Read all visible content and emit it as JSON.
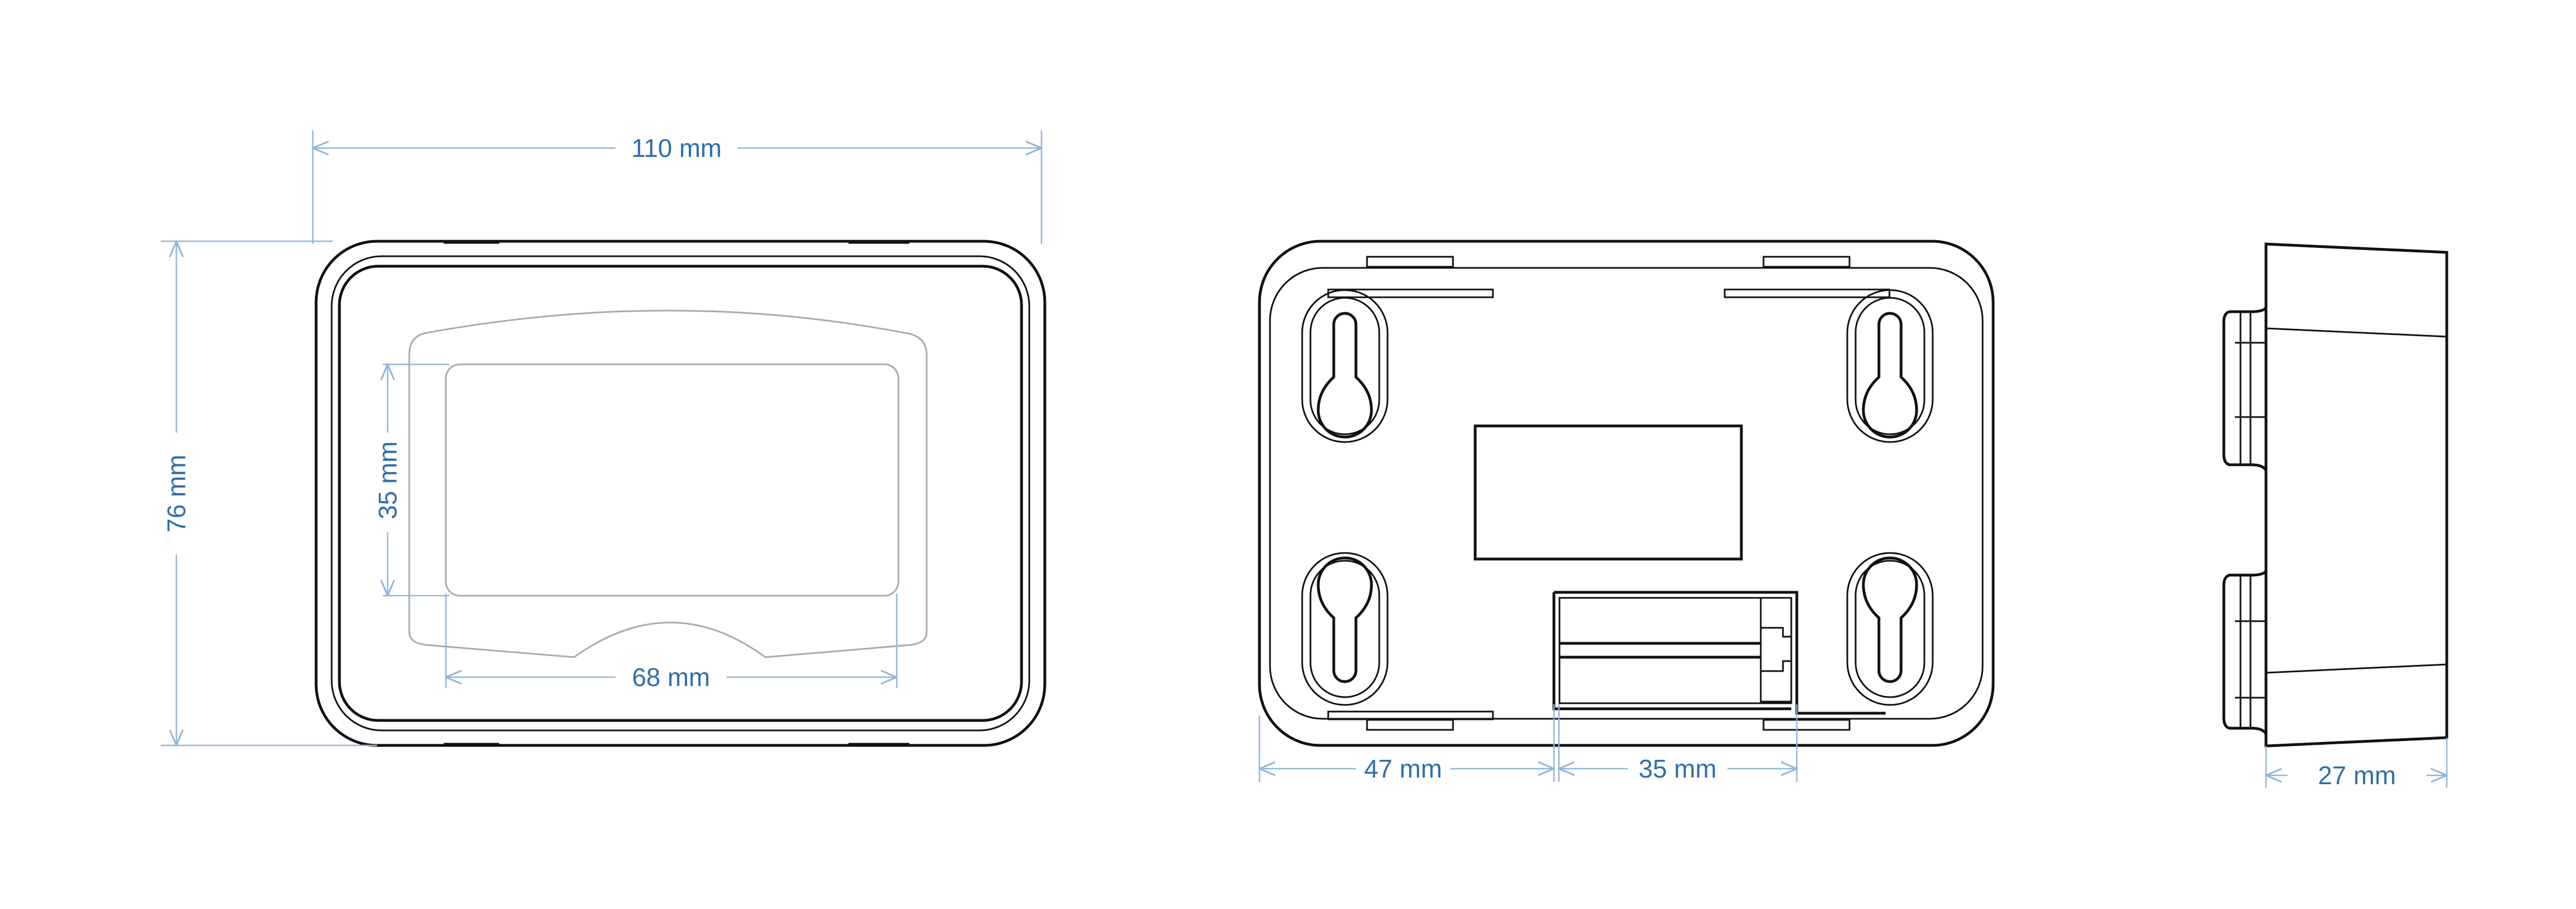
{
  "title": "Device dimension drawing",
  "views": {
    "front": {
      "width_label": "110 mm",
      "height_label": "76 mm",
      "display_height_label": "35 mm",
      "display_width_label": "68 mm"
    },
    "back": {
      "offset_label": "47 mm",
      "battery_width_label": "35 mm"
    },
    "side": {
      "depth_label": "27 mm"
    }
  },
  "colors": {
    "dimension": "#2f6fa8",
    "outline": "#111111"
  }
}
